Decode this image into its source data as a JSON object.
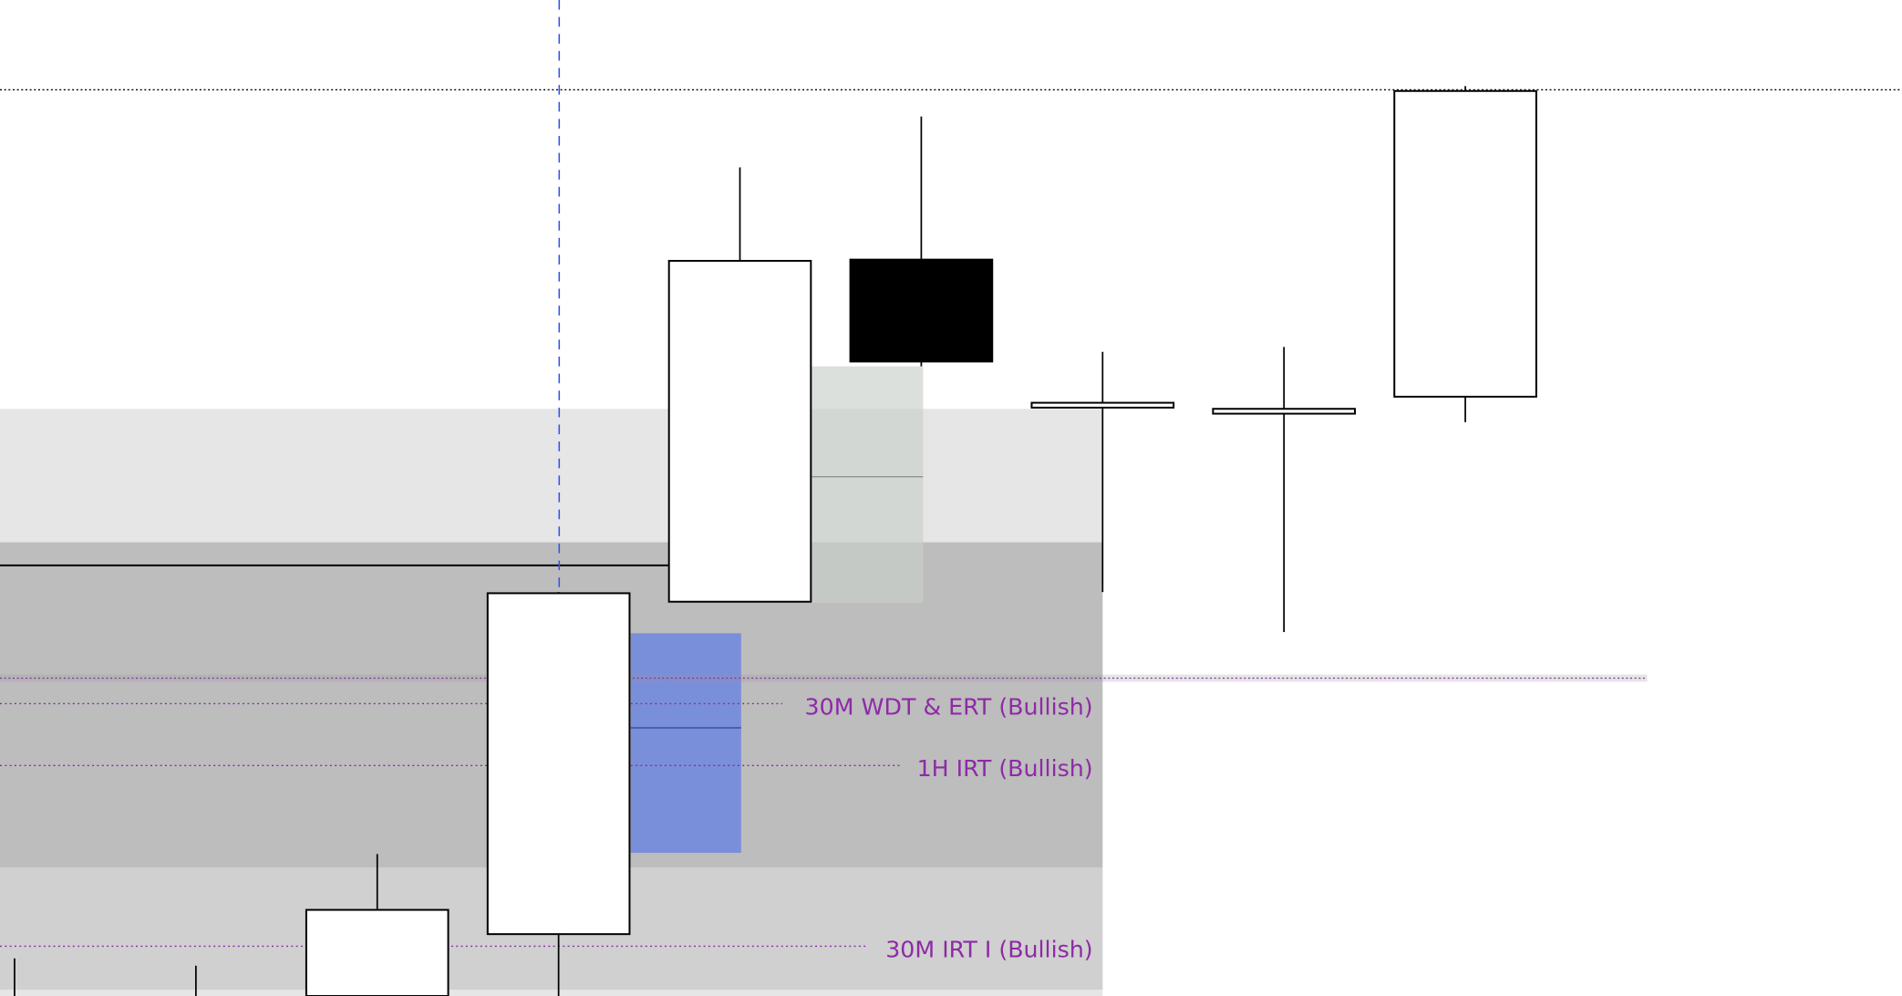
{
  "chart_data": {
    "type": "candlestick",
    "title": "",
    "price_range": [
      0,
      82.1
    ],
    "colors": {
      "bull_body": "#ffffff",
      "bear_body": "#000000",
      "level_line": "#8e2aa6",
      "zone_blue": "#7a8fd9",
      "crosshair": "#3355ee"
    },
    "candles": [
      {
        "o": 0,
        "h": 3.1,
        "l": 0,
        "c": 0
      },
      {
        "o": 0,
        "h": 2.5,
        "l": 0,
        "c": 0
      },
      {
        "o": 0,
        "h": 11.7,
        "l": 0,
        "c": 7.1
      },
      {
        "o": 5.1,
        "h": 33.3,
        "l": 0,
        "c": 33.2
      },
      {
        "o": 32.5,
        "h": 68.3,
        "l": 32.5,
        "c": 60.6
      },
      {
        "o": 60.7,
        "h": 72.5,
        "l": 51.9,
        "c": 52.3
      },
      {
        "o": 48.5,
        "h": 53.1,
        "l": 33.3,
        "c": 48.9
      },
      {
        "o": 48.0,
        "h": 53.5,
        "l": 30.0,
        "c": 48.4
      },
      {
        "o": 49.4,
        "h": 75.0,
        "l": 47.3,
        "c": 74.6
      }
    ],
    "levels": [
      {
        "label": "30M WDT & ERT (Bullish)",
        "price": 24.1,
        "extent": 6
      },
      {
        "label": "1H IRT (Bullish)",
        "price": 19.0,
        "extent": 7
      },
      {
        "label": "30M IRT I (Bullish)",
        "price": 4.1,
        "extent": 6
      }
    ],
    "extended_level_price": 26.2,
    "top_level_price": 74.7,
    "black_level_price": 35.5
  }
}
